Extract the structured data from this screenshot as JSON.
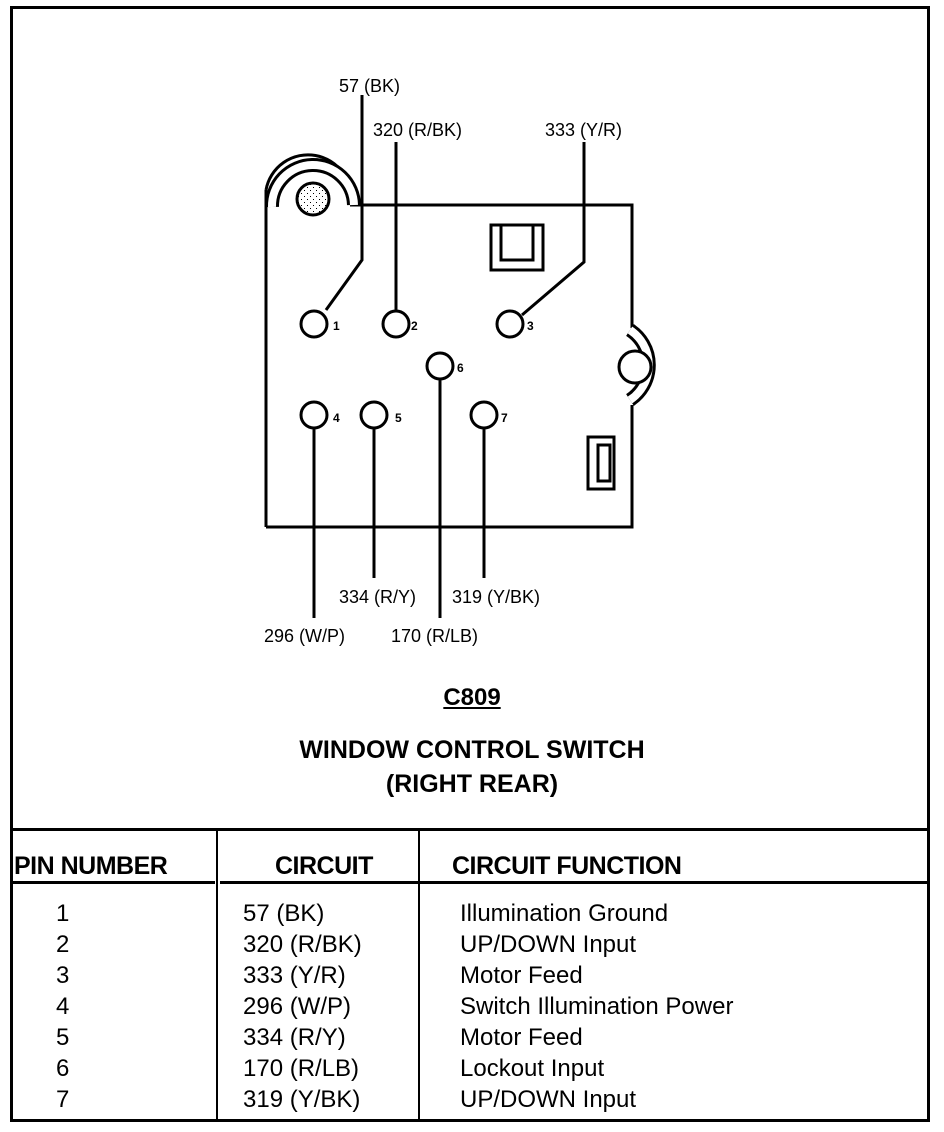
{
  "connector": {
    "id": "C809",
    "component": "WINDOW CONTROL SWITCH",
    "location": "(RIGHT REAR)"
  },
  "diagram": {
    "wire_labels": {
      "pin1": "57 (BK)",
      "pin2": "320 (R/BK)",
      "pin3": "333 (Y/R)",
      "pin4": "296 (W/P)",
      "pin5": "334 (R/Y)",
      "pin6": "170 (R/LB)",
      "pin7": "319 (Y/BK)"
    },
    "pin_numbers": [
      "1",
      "2",
      "3",
      "4",
      "5",
      "6",
      "7"
    ]
  },
  "table": {
    "headers": [
      "PIN NUMBER",
      "CIRCUIT",
      "CIRCUIT FUNCTION"
    ],
    "rows": [
      {
        "pin": "1",
        "circuit": "57 (BK)",
        "function": "Illumination Ground"
      },
      {
        "pin": "2",
        "circuit": "320 (R/BK)",
        "function": "UP/DOWN Input"
      },
      {
        "pin": "3",
        "circuit": "333 (Y/R)",
        "function": "Motor Feed"
      },
      {
        "pin": "4",
        "circuit": "296 (W/P)",
        "function": "Switch Illumination Power"
      },
      {
        "pin": "5",
        "circuit": "334 (R/Y)",
        "function": "Motor Feed"
      },
      {
        "pin": "6",
        "circuit": "170 (R/LB)",
        "function": "Lockout Input"
      },
      {
        "pin": "7",
        "circuit": "319 (Y/BK)",
        "function": "UP/DOWN Input"
      }
    ]
  }
}
